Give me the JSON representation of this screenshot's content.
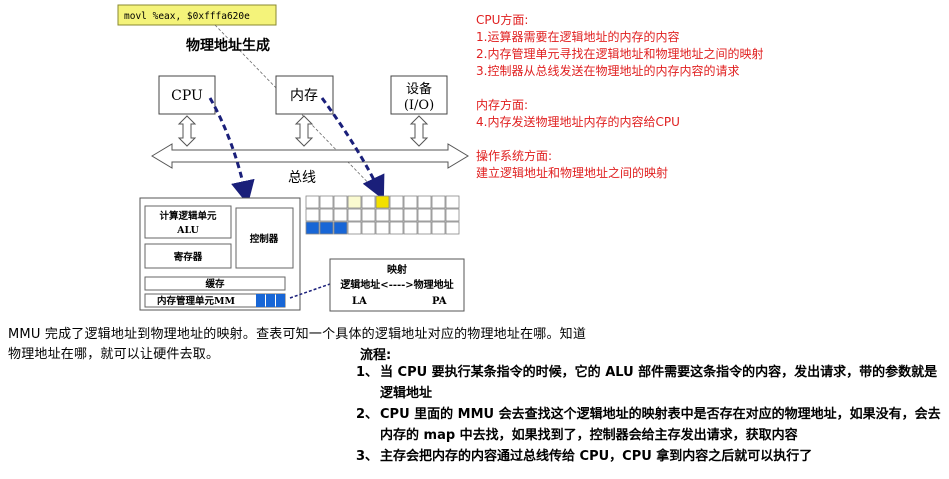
{
  "diagram": {
    "code_label": "movl %eax, $0xfffa620e",
    "title": "物理地址生成",
    "cpu": "CPU",
    "memory": "内存",
    "device_line1": "设备",
    "device_line2": "(I/O)",
    "bus": "总线",
    "calc_unit_line1": "计算逻辑单元",
    "calc_unit_line2": "ALU",
    "controller": "控制器",
    "registers": "寄存器",
    "cache": "缓存",
    "mmu_unit": "内存管理单元MM",
    "map_title": "映射",
    "map_relation": "逻辑地址<---->物理地址",
    "map_la": "LA",
    "map_pa": "PA"
  },
  "notes": {
    "cpu_heading": "CPU方面:",
    "cpu_items": [
      "1.运算器需要在逻辑地址的内存的内容",
      "2.内存管理单元寻找在逻辑地址和物理地址之间的映射",
      "3.控制器从总线发送在物理地址的内存内容的请求"
    ],
    "memory_heading": "内存方面:",
    "memory_items": [
      "4.内存发送物理地址内存的内容给CPU"
    ],
    "os_heading": "操作系统方面:",
    "os_items": [
      "建立逻辑地址和物理地址之间的映射"
    ]
  },
  "mmu_text": "MMU 完成了逻辑地址到物理地址的映射。查表可知一个具体的逻辑地址对应的物理地址在哪。知道物理地址在哪，就可以让硬件去取。",
  "flow": {
    "title": "流程:",
    "items": [
      {
        "num": "1、",
        "text": "当 CPU 要执行某条指令的时候，它的 ALU 部件需要这条指令的内容，发出请求，带的参数就是逻辑地址"
      },
      {
        "num": "2、",
        "text": "CPU 里面的 MMU 会去查找这个逻辑地址的映射表中是否存在对应的物理地址，如果没有，会去内存的 map 中去找，如果找到了，控制器会给主存发出请求，获取内容"
      },
      {
        "num": "3、",
        "text": "主存会把内存的内容通过总线传给 CPU，CPU 拿到内容之后就可以执行了"
      }
    ]
  },
  "colors": {
    "notes_red": "#e02020",
    "code_box_yellow": "#f4f37a",
    "memory_cell_blue": "#1866d6",
    "memory_cell_yellow": "#f2e000",
    "arrow_navy": "#1a1f7a"
  }
}
